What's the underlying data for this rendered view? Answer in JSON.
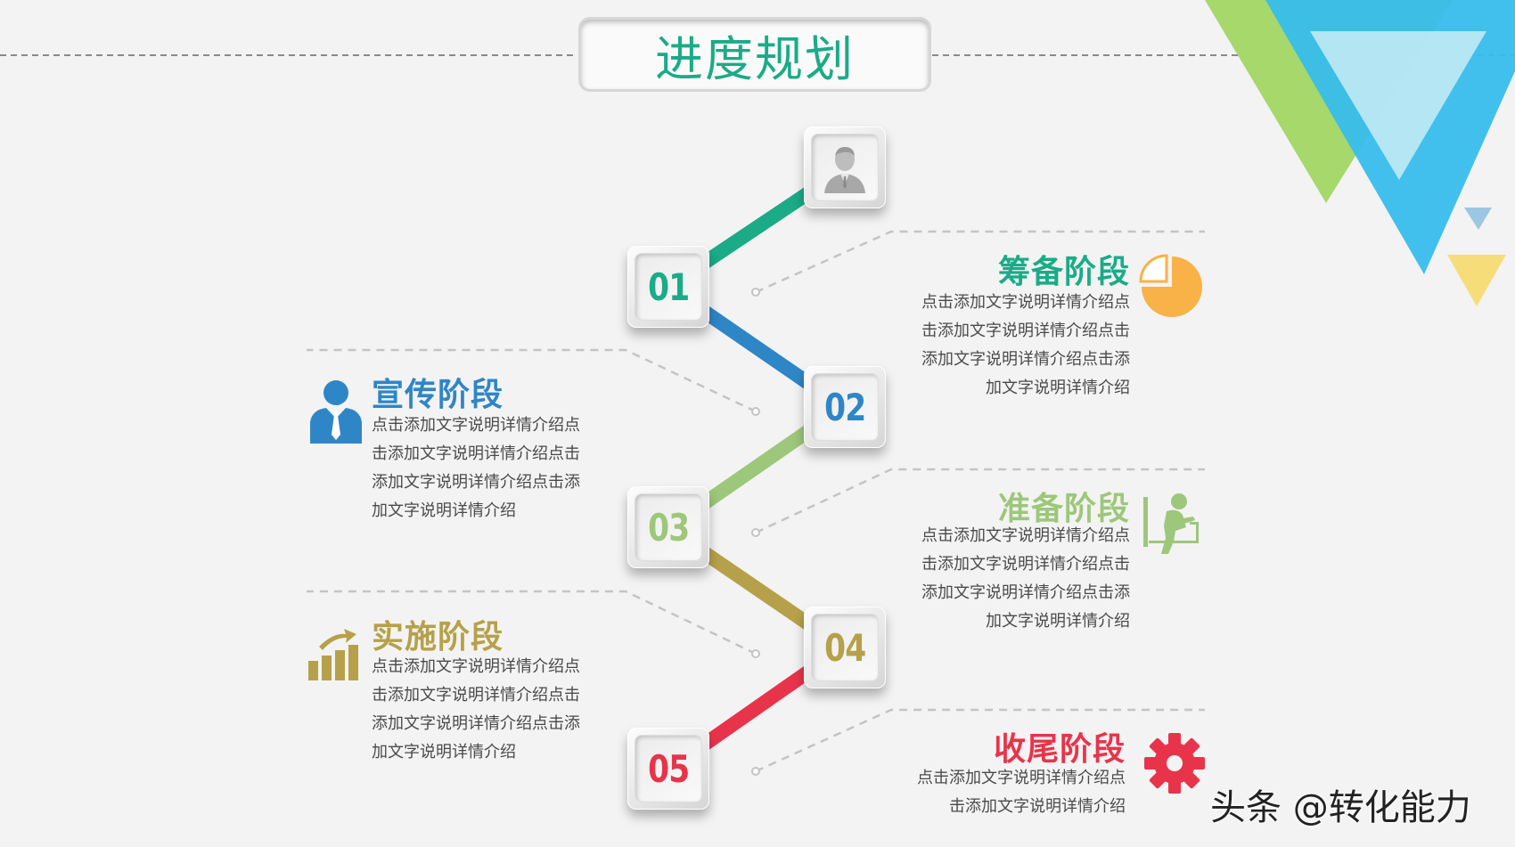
{
  "title": "进度规划",
  "colors": {
    "teal": "#1bab87",
    "blue": "#2f86c6",
    "green": "#9dc77a",
    "gold": "#b6a14a",
    "red": "#e8344b",
    "orange": "#f9b248",
    "tri_green": "#a6d86b",
    "tri_blue": "#37bdec",
    "tri_yellow": "#f7dd7a"
  },
  "nodes": [
    {
      "num": "01",
      "color": "#1bab87"
    },
    {
      "num": "02",
      "color": "#2f86c6"
    },
    {
      "num": "03",
      "color": "#9dc77a"
    },
    {
      "num": "04",
      "color": "#b6a14a"
    },
    {
      "num": "05",
      "color": "#e8344b"
    }
  ],
  "stages": {
    "s1": {
      "title": "筹备阶段",
      "desc": "点击添加文字说明详情介绍点\n击添加文字说明详情介绍点击\n添加文字说明详情介绍点击添\n加文字说明详情介绍",
      "icon": "pie-chart-icon"
    },
    "s2": {
      "title": "宣传阶段",
      "desc": "点击添加文字说明详情介绍点\n击添加文字说明详情介绍点击\n添加文字说明详情介绍点击添\n加文字说明详情介绍",
      "icon": "businessman-icon"
    },
    "s3": {
      "title": "准备阶段",
      "desc": "点击添加文字说明详情介绍点\n击添加文字说明详情介绍点击\n添加文字说明详情介绍点击添\n加文字说明详情介绍",
      "icon": "person-at-desk-icon"
    },
    "s4": {
      "title": "实施阶段",
      "desc": "点击添加文字说明详情介绍点\n击添加文字说明详情介绍点击\n添加文字说明详情介绍点击添\n加文字说明详情介绍",
      "icon": "growth-bar-chart-icon"
    },
    "s5": {
      "title": "收尾阶段",
      "desc": "点击添加文字说明详情介绍点\n击添加文字说明详情介绍",
      "icon": "gear-icon"
    }
  },
  "watermark": "头条 @转化能力"
}
